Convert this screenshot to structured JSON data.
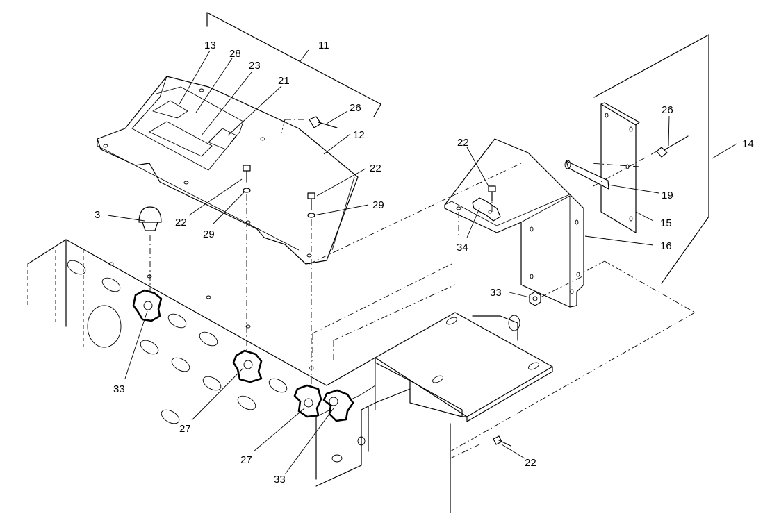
{
  "labels": {
    "l11": "11",
    "l12": "12",
    "l13": "13",
    "l28": "28",
    "l23": "23",
    "l21": "21",
    "l26a": "26",
    "l22a": "22",
    "l29a": "29",
    "l22b": "22",
    "l29b": "29",
    "l3": "3",
    "l22c": "22",
    "l34": "34",
    "l26b": "26",
    "l14": "14",
    "l19": "19",
    "l15": "15",
    "l16": "16",
    "l33a": "33",
    "l33b": "33",
    "l27a": "27",
    "l27b": "27",
    "l33c": "33",
    "l22d": "22"
  }
}
